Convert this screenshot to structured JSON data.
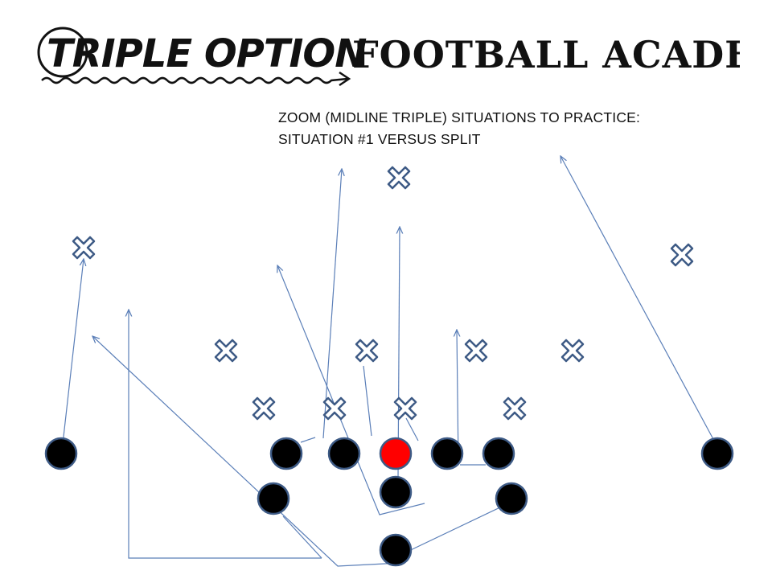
{
  "header": {
    "logo_left": "TRIPLE OPTION",
    "logo_right": "FOOTBALL ACADEMY"
  },
  "caption": {
    "line1": "ZOOM (MIDLINE TRIPLE) SITUATIONS TO PRACTICE:",
    "line2": "SITUATION #1 VERSUS SPLIT"
  },
  "colors": {
    "route_line": "#5b7fb8",
    "defender_outline": "#3d5a85",
    "offense_fill": "#000000",
    "offense_outline": "#3d5a85",
    "quarterback_fill": "#ff0000",
    "text": "#111111"
  },
  "icons": {
    "defender": "x-mark-icon",
    "offense": "filled-circle-icon"
  }
}
